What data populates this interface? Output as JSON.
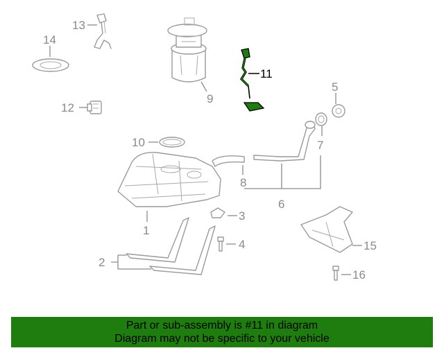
{
  "callouts": {
    "c1": "1",
    "c2": "2",
    "c3": "3",
    "c4": "4",
    "c5": "5",
    "c6": "6",
    "c7": "7",
    "c8": "8",
    "c9": "9",
    "c10": "10",
    "c11": "11",
    "c12": "12",
    "c13": "13",
    "c14": "14",
    "c15": "15",
    "c16": "16"
  },
  "highlight_color": "#1f7d0f",
  "banner": {
    "line1": "Part or sub-assembly is #11 in diagram",
    "line2": "Diagram may not be specific to your vehicle",
    "background": "#1f7d0f"
  }
}
